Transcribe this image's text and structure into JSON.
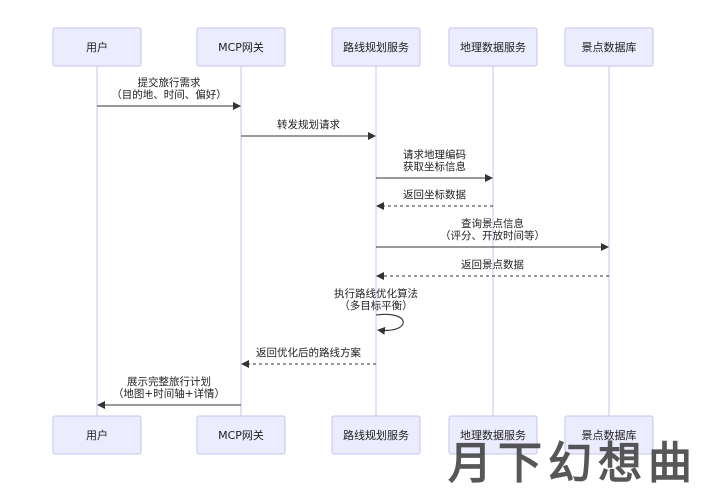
{
  "participants": [
    {
      "id": "user",
      "label": "用户"
    },
    {
      "id": "gateway",
      "label": "MCP网关"
    },
    {
      "id": "route",
      "label": "路线规划服务"
    },
    {
      "id": "geo",
      "label": "地理数据服务"
    },
    {
      "id": "poi",
      "label": "景点数据库"
    }
  ],
  "messages": [
    {
      "from": "user",
      "to": "gateway",
      "style": "solid",
      "lines": [
        "提交旅行需求",
        "（目的地、时间、偏好）"
      ]
    },
    {
      "from": "gateway",
      "to": "route",
      "style": "solid",
      "lines": [
        "转发规划请求"
      ]
    },
    {
      "from": "route",
      "to": "geo",
      "style": "solid",
      "lines": [
        "请求地理编码",
        "获取坐标信息"
      ]
    },
    {
      "from": "geo",
      "to": "route",
      "style": "dashed",
      "lines": [
        "返回坐标数据"
      ]
    },
    {
      "from": "route",
      "to": "poi",
      "style": "solid",
      "lines": [
        "查询景点信息",
        "（评分、开放时间等）"
      ]
    },
    {
      "from": "poi",
      "to": "route",
      "style": "dashed",
      "lines": [
        "返回景点数据"
      ]
    },
    {
      "from": "route",
      "to": "route",
      "style": "solid",
      "self": true,
      "lines": [
        "执行路线优化算法",
        "（多目标平衡）"
      ]
    },
    {
      "from": "route",
      "to": "gateway",
      "style": "dashed",
      "lines": [
        "返回优化后的路线方案"
      ]
    },
    {
      "from": "gateway",
      "to": "user",
      "style": "solid",
      "lines": [
        "展示完整旅行计划",
        "（地图+时间轴+详情）"
      ]
    }
  ],
  "watermark": "月下幻想曲"
}
